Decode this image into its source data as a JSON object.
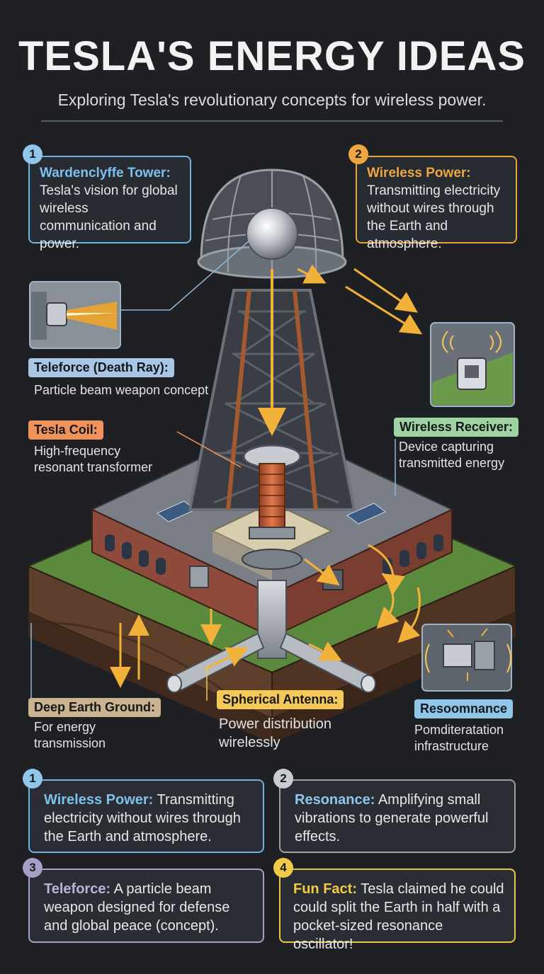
{
  "header": {
    "title": "TESLA'S ENERGY IDEAS",
    "subtitle": "Exploring Tesla's revolutionary concepts for wireless power."
  },
  "callouts": {
    "wardenclyffe": {
      "number": "1",
      "head": "Wardenclyffe Tower:",
      "text": "Tesla's vision for global wireless communication and power."
    },
    "wireless_power": {
      "number": "2",
      "head": "Wireless Power:",
      "text": "Transmitting electricity without wires through the Earth and atmosphere."
    }
  },
  "labels": {
    "teleforce": {
      "tag": "Teleforce (Death Ray):",
      "desc": "Particle beam weapon concept"
    },
    "tesla_coil": {
      "tag": "Tesla Coil:",
      "desc": "High-frequency resonant transformer"
    },
    "wireless_receiver": {
      "tag": "Wireless Receiver:",
      "desc": "Device capturing transmitted energy"
    },
    "deep_earth": {
      "tag": "Deep Earth Ground:",
      "desc": "For energy transmission"
    },
    "spherical_antenna": {
      "tag": "Spherical Antenna:",
      "desc": "Power distribution wirelessly"
    },
    "resonance": {
      "tag": "Resoomnance",
      "desc": "Pomditeratation infrastructure"
    }
  },
  "cards": [
    {
      "number": "1",
      "head": "Wireless Power:",
      "text": " Transmitting electricity without wires through the Earth and atmosphere."
    },
    {
      "number": "2",
      "head": "Resonance:",
      "text": " Amplifying small vibrations to generate powerful effects."
    },
    {
      "number": "3",
      "head": "Teleforce:",
      "text": " A particle beam weapon designed for defense and global peace (concept)."
    },
    {
      "number": "4",
      "head": "Fun Fact:",
      "text": " Tesla claimed he could could split the Earth in half with a pocket-sized resonance oscillator!"
    }
  ],
  "colors": {
    "blue": "#6fb3e0",
    "orange": "#e8a23a",
    "tag_blue": "#a9c6e6",
    "tag_orange": "#f0935a",
    "tag_green": "#9fd4a2",
    "tag_tan": "#c9b48f",
    "tag_yellow": "#f5c85a",
    "tag_lightblue": "#8fc6ea",
    "card_purple": "#a6a0c8",
    "card_yellow": "#e6c64a",
    "grass": "#5b8a3c",
    "soil": "#5e3f2b",
    "brick": "#8e4a3a",
    "steel": "#8e949c"
  }
}
